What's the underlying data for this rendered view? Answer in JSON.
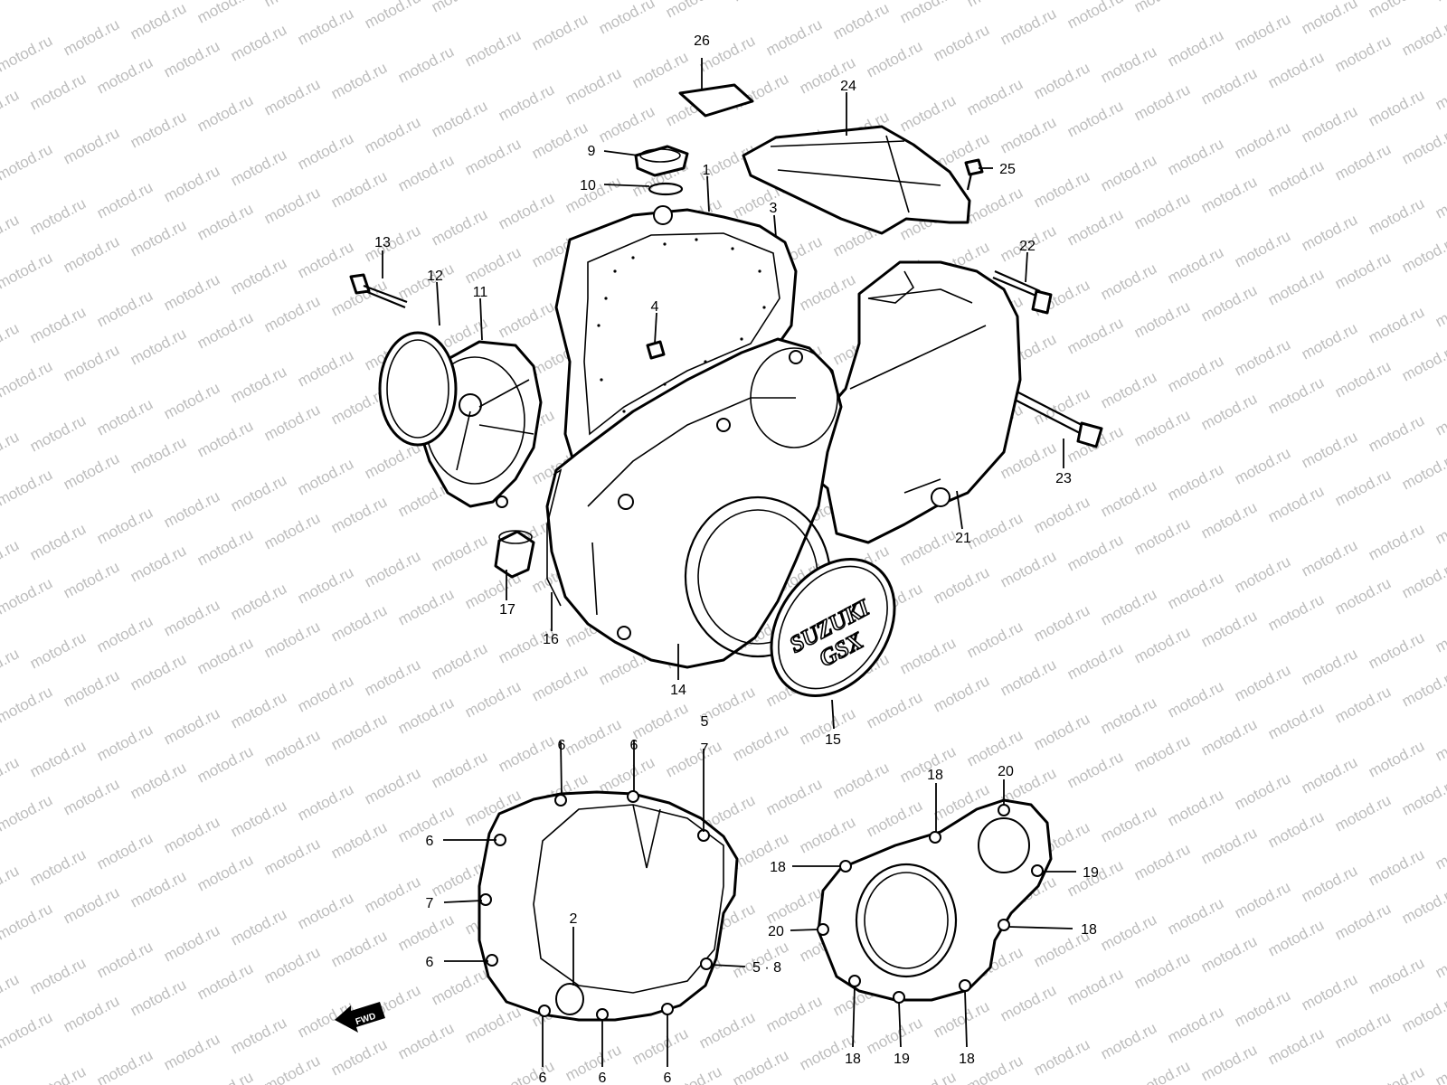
{
  "watermark": "motod.ru",
  "logo": {
    "brand": "SUZUKI",
    "model": "GSX"
  },
  "fwd_label": "FWD",
  "callouts": {
    "c1": "1",
    "c2": "2",
    "c3": "3",
    "c4": "4",
    "c5": "5",
    "c7a": "7",
    "c6a": "6",
    "c6b": "6",
    "c6c": "6",
    "c7b": "7",
    "c6d": "6",
    "c58": "5 · 8",
    "c6e": "6",
    "c6f": "6",
    "c6g": "6",
    "c9": "9",
    "c10": "10",
    "c11": "11",
    "c12": "12",
    "c13": "13",
    "c14": "14",
    "c15": "15",
    "c16": "16",
    "c17": "17",
    "c18a": "18",
    "c18b": "18",
    "c18c": "18",
    "c18d": "18",
    "c18e": "18",
    "c19a": "19",
    "c19b": "19",
    "c20a": "20",
    "c20b": "20",
    "c21": "21",
    "c22": "22",
    "c23": "23",
    "c24": "24",
    "c25": "25",
    "c26": "26"
  }
}
